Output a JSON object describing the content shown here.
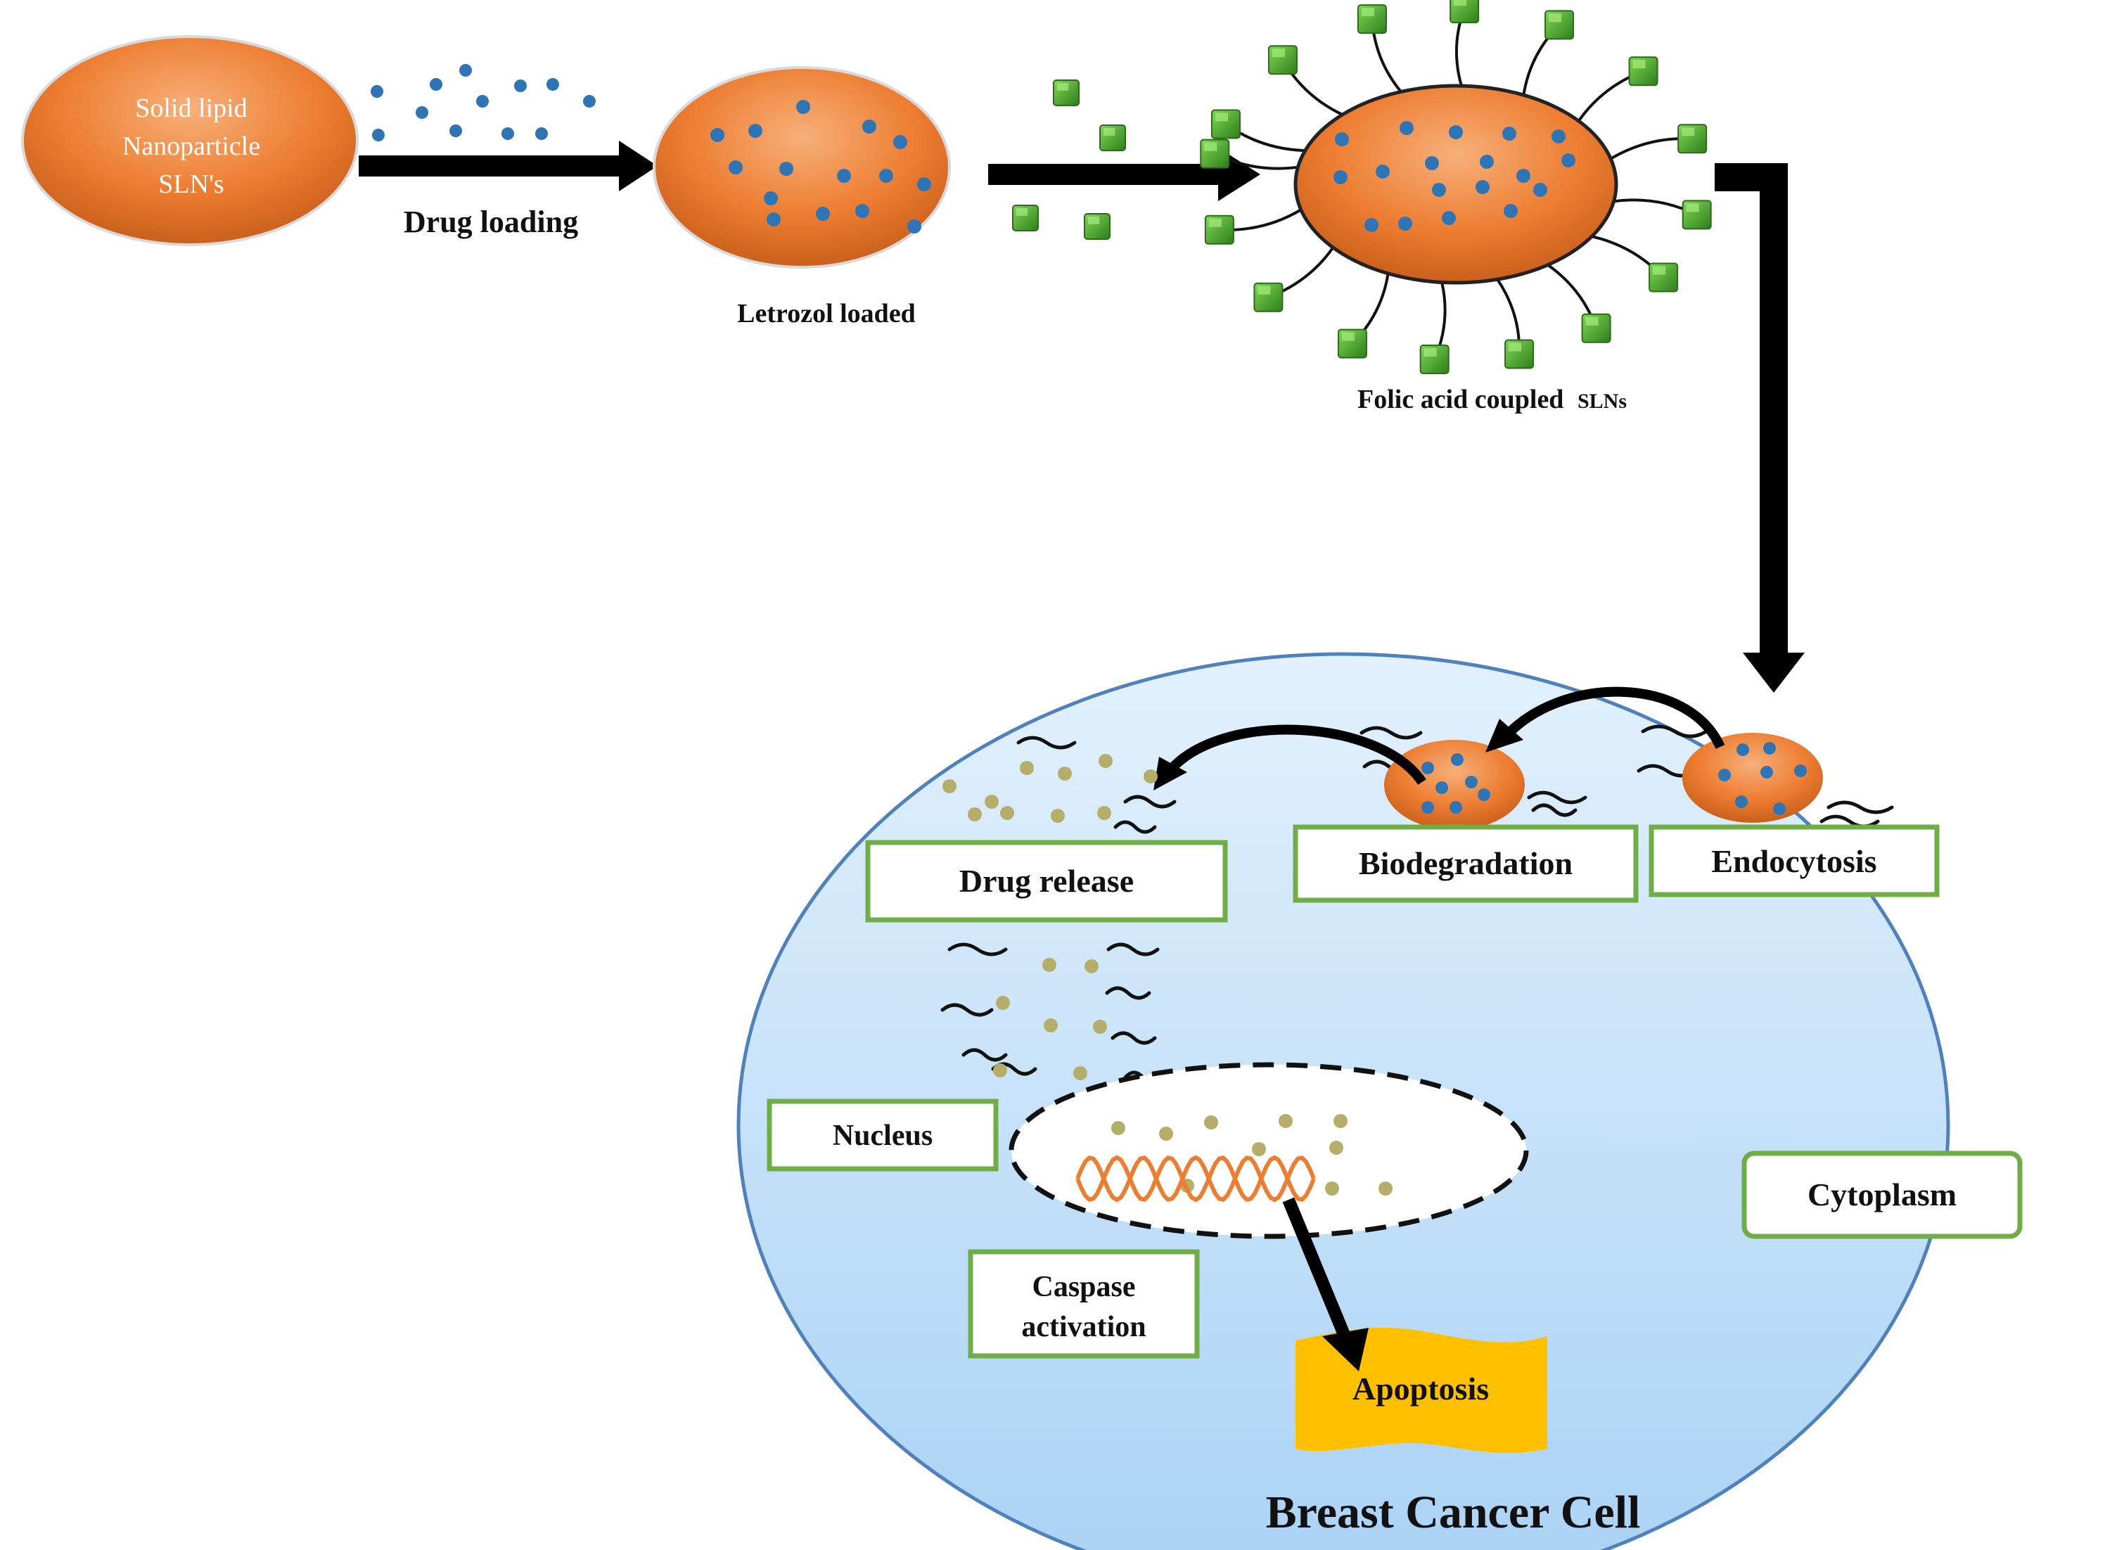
{
  "nanoparticle_label": {
    "line1": "Solid lipid",
    "line2": "Nanoparticle",
    "line3": "SLN's"
  },
  "arrow_drug_loading": "Drug loading",
  "letrozol_label": "Letrozol loaded",
  "folic_label": {
    "main": "Folic acid coupled",
    "suffix": "SLNs"
  },
  "cell_title": "Breast Cancer Cell",
  "boxes": {
    "drug_release": "Drug release",
    "biodegradation": "Biodegradation",
    "endocytosis": "Endocytosis",
    "nucleus": "Nucleus",
    "cytoplasm": "Cytoplasm",
    "caspase_line1": "Caspase",
    "caspase_line2": "activation"
  },
  "apoptosis": "Apoptosis",
  "colors": {
    "nanoparticle": "#ed7d31",
    "drug_dot": "#2e75b6",
    "ligand": "#4ea72e",
    "cell_fill": "#cfe6fb",
    "cell_stroke": "#4f81bd",
    "released_drug": "#b5ae6a",
    "dna": "#ed7d31",
    "apoptosis": "#ffc000",
    "box_border": "#70ad47"
  }
}
